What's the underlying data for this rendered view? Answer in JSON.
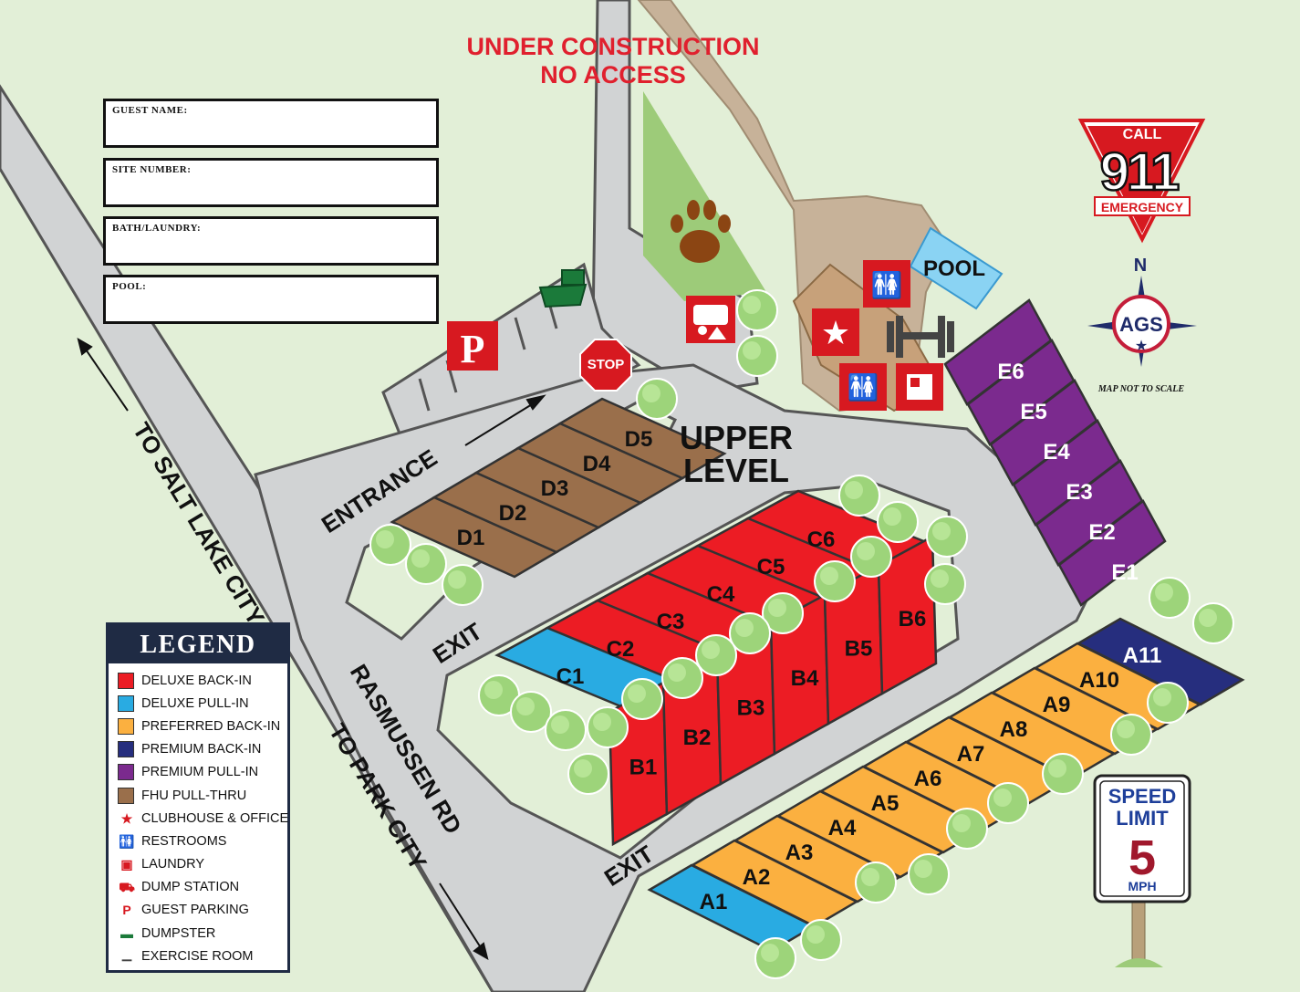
{
  "header": {
    "line1": "UNDER CONSTRUCTION",
    "line2": "NO ACCESS"
  },
  "guest_form": {
    "guest_name": "GUEST NAME:",
    "site_number": "SITE NUMBER:",
    "bath_laundry": "BATH/LAUNDRY:",
    "pool": "POOL:"
  },
  "roads": {
    "entrance": "ENTRANCE",
    "exit_upper": "EXIT",
    "exit_lower": "EXIT",
    "to_salt_lake": "TO SALT LAKE CITY",
    "rasmussen": "RASMUSSEN RD",
    "to_park_city": "TO PARK CITY",
    "upper_level_1": "UPPER",
    "upper_level_2": "LEVEL"
  },
  "facilities": {
    "pool": "POOL",
    "stop": "STOP"
  },
  "emergency": {
    "call": "CALL",
    "number": "911",
    "label": "EMERGENCY"
  },
  "compass": {
    "north": "N",
    "brand": "AGS",
    "note": "MAP NOT TO SCALE"
  },
  "speed_sign": {
    "line1": "SPEED",
    "line2": "LIMIT",
    "value": "5",
    "unit": "MPH"
  },
  "colors": {
    "deluxe_back_in": "#ec1c24",
    "deluxe_pull_in": "#29abe2",
    "preferred_back_in": "#fbb040",
    "premium_back_in": "#262e7e",
    "premium_pull_in": "#7b2a8e",
    "fhu_pull_thru": "#9a6f4b",
    "road": "#d1d3d4",
    "grass": "#e2efd7"
  },
  "sites": {
    "D": [
      "D1",
      "D2",
      "D3",
      "D4",
      "D5"
    ],
    "C": [
      "C1",
      "C2",
      "C3",
      "C4",
      "C5",
      "C6"
    ],
    "B": [
      "B1",
      "B2",
      "B3",
      "B4",
      "B5",
      "B6"
    ],
    "E": [
      "E1",
      "E2",
      "E3",
      "E4",
      "E5",
      "E6"
    ],
    "A": [
      "A1",
      "A2",
      "A3",
      "A4",
      "A5",
      "A6",
      "A7",
      "A8",
      "A9",
      "A10",
      "A11"
    ]
  },
  "legend": {
    "title": "LEGEND",
    "items": [
      {
        "label": "DELUXE BACK-IN",
        "icon": "swatch"
      },
      {
        "label": "DELUXE PULL-IN",
        "icon": "swatch"
      },
      {
        "label": "PREFERRED BACK-IN",
        "icon": "swatch"
      },
      {
        "label": "PREMIUM BACK-IN",
        "icon": "swatch"
      },
      {
        "label": "PREMIUM PULL-IN",
        "icon": "swatch"
      },
      {
        "label": "FHU PULL-THRU",
        "icon": "swatch"
      },
      {
        "label": "CLUBHOUSE & OFFICE",
        "icon": "star-icon"
      },
      {
        "label": "RESTROOMS",
        "icon": "restroom-icon"
      },
      {
        "label": "LAUNDRY",
        "icon": "laundry-icon"
      },
      {
        "label": "DUMP STATION",
        "icon": "dump-station-icon"
      },
      {
        "label": "GUEST PARKING",
        "icon": "parking-icon"
      },
      {
        "label": "DUMPSTER",
        "icon": "dumpster-icon"
      },
      {
        "label": "EXERCISE ROOM",
        "icon": "dumbbell-icon"
      }
    ]
  }
}
